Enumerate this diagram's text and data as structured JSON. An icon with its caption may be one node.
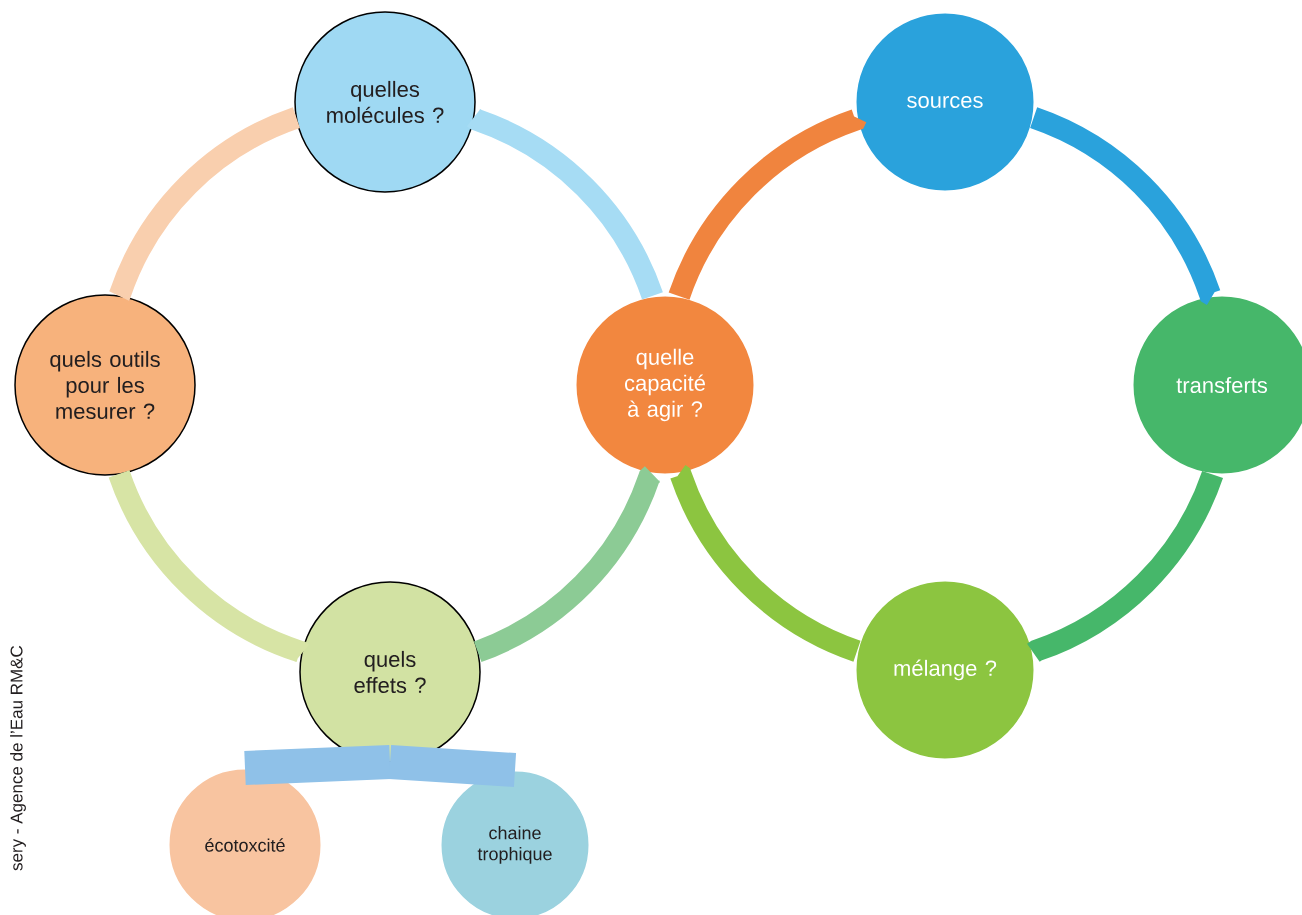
{
  "diagram": {
    "nodes": [
      {
        "text": [
          "quelles molécules ?"
        ]
      },
      {
        "text": [
          "sources"
        ]
      },
      {
        "text": [
          "quels outils pour les mesurer ?"
        ]
      },
      {
        "text": [
          "quelle capacité à agir ?"
        ]
      },
      {
        "text": [
          "transferts"
        ]
      },
      {
        "text": [
          "quels effets ?"
        ]
      },
      {
        "text": [
          "mélange ?"
        ]
      },
      {
        "text": [
          "écotoxcité"
        ]
      },
      {
        "text": [
          "chaine trophique"
        ]
      }
    ],
    "edges": [
      {
        "from": 0,
        "to": 2,
        "arrow": "none",
        "color": "#f9cfae"
      },
      {
        "from": 2,
        "to": 5,
        "arrow": "none",
        "color": "#d7e4a5"
      },
      {
        "from": 5,
        "to": 3,
        "arrow": "none",
        "color": "#8ccb95"
      },
      {
        "from": 3,
        "to": 0,
        "arrow": "none",
        "color": "#a6dcf4"
      },
      {
        "from": 3,
        "to": 1,
        "arrow": "none",
        "color": "#f0843e"
      },
      {
        "from": 1,
        "to": 4,
        "arrow": "none",
        "color": "#2aa2dc"
      },
      {
        "from": 4,
        "to": 6,
        "arrow": "none",
        "color": "#46b76a"
      },
      {
        "from": 6,
        "to": 3,
        "arrow": "none",
        "color": "#8cc540"
      },
      {
        "from": 5,
        "to": 7,
        "arrow": "none",
        "color": "#8fc1e8"
      },
      {
        "from": 5,
        "to": 8,
        "arrow": "none",
        "color": "#8fc1e8"
      }
    ],
    "labels": [
      "sery - Agence de l’Eau RM&C"
    ]
  }
}
